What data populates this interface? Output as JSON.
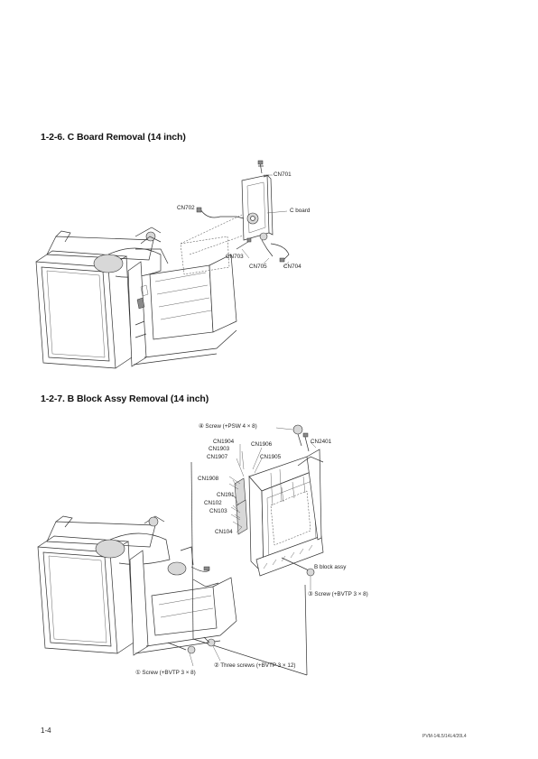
{
  "section1": {
    "heading": "1-2-6.  C Board Removal (14 inch)",
    "labels": {
      "cn701": "CN701",
      "cn702": "CN702",
      "c_board": "C board",
      "cn703": "CN703",
      "cn705": "CN705",
      "cn704": "CN704"
    }
  },
  "section2": {
    "heading": "1-2-7.  B Block Assy Removal (14 inch)",
    "labels": {
      "screw4": "④ Screw (+PSW 4 × 8)",
      "cn1904": "CN1904",
      "cn1903": "CN1903",
      "cn1906": "CN1906",
      "cn2401": "CN2401",
      "cn1907": "CN1907",
      "cn1905": "CN1905",
      "cn1908": "CN1908",
      "cn101": "CN101",
      "cn102": "CN102",
      "cn103": "CN103",
      "cn104": "CN104",
      "b_block": "B block assy",
      "screw3": "③ Screw (+BVTP 3 × 8)",
      "screw2": "② Three screws (+BVTP 3 × 12)",
      "screw1": "① Screw (+BVTP 3 × 8)"
    }
  },
  "footer": {
    "page_number": "1-4",
    "model": "PVM-14L5/14L4/20L4"
  }
}
